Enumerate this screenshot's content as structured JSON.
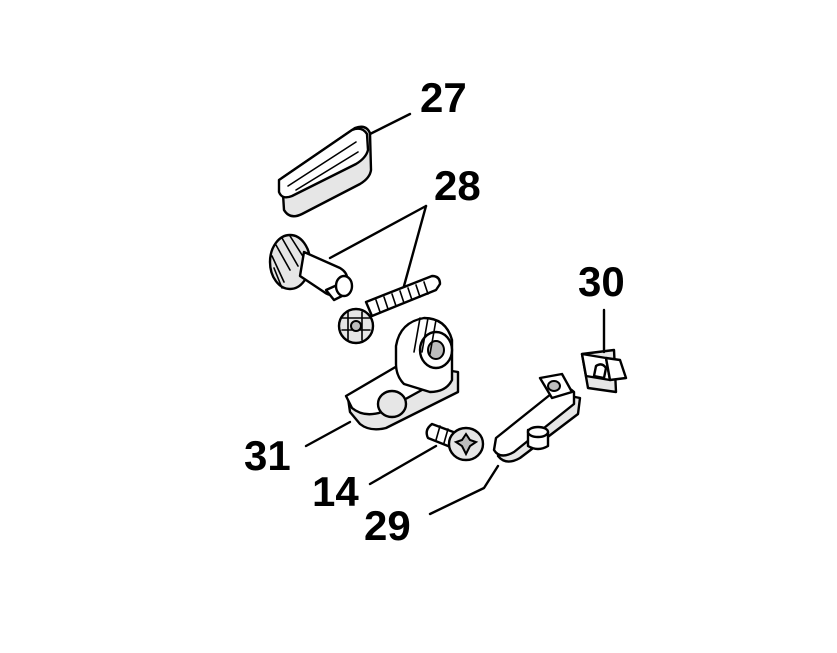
{
  "diagram": {
    "background": "#ffffff",
    "ink": "#000000",
    "parts": [
      {
        "id": "27",
        "label": "27",
        "icon": "cover-plate"
      },
      {
        "id": "28",
        "label": "28",
        "icon": "worm-gear-and-spindle"
      },
      {
        "id": "30",
        "label": "30",
        "icon": "clip"
      },
      {
        "id": "31",
        "label": "31",
        "icon": "lever-with-roller"
      },
      {
        "id": "14",
        "label": "14",
        "icon": "torx-screw"
      },
      {
        "id": "29",
        "label": "29",
        "icon": "link-plate"
      }
    ]
  }
}
